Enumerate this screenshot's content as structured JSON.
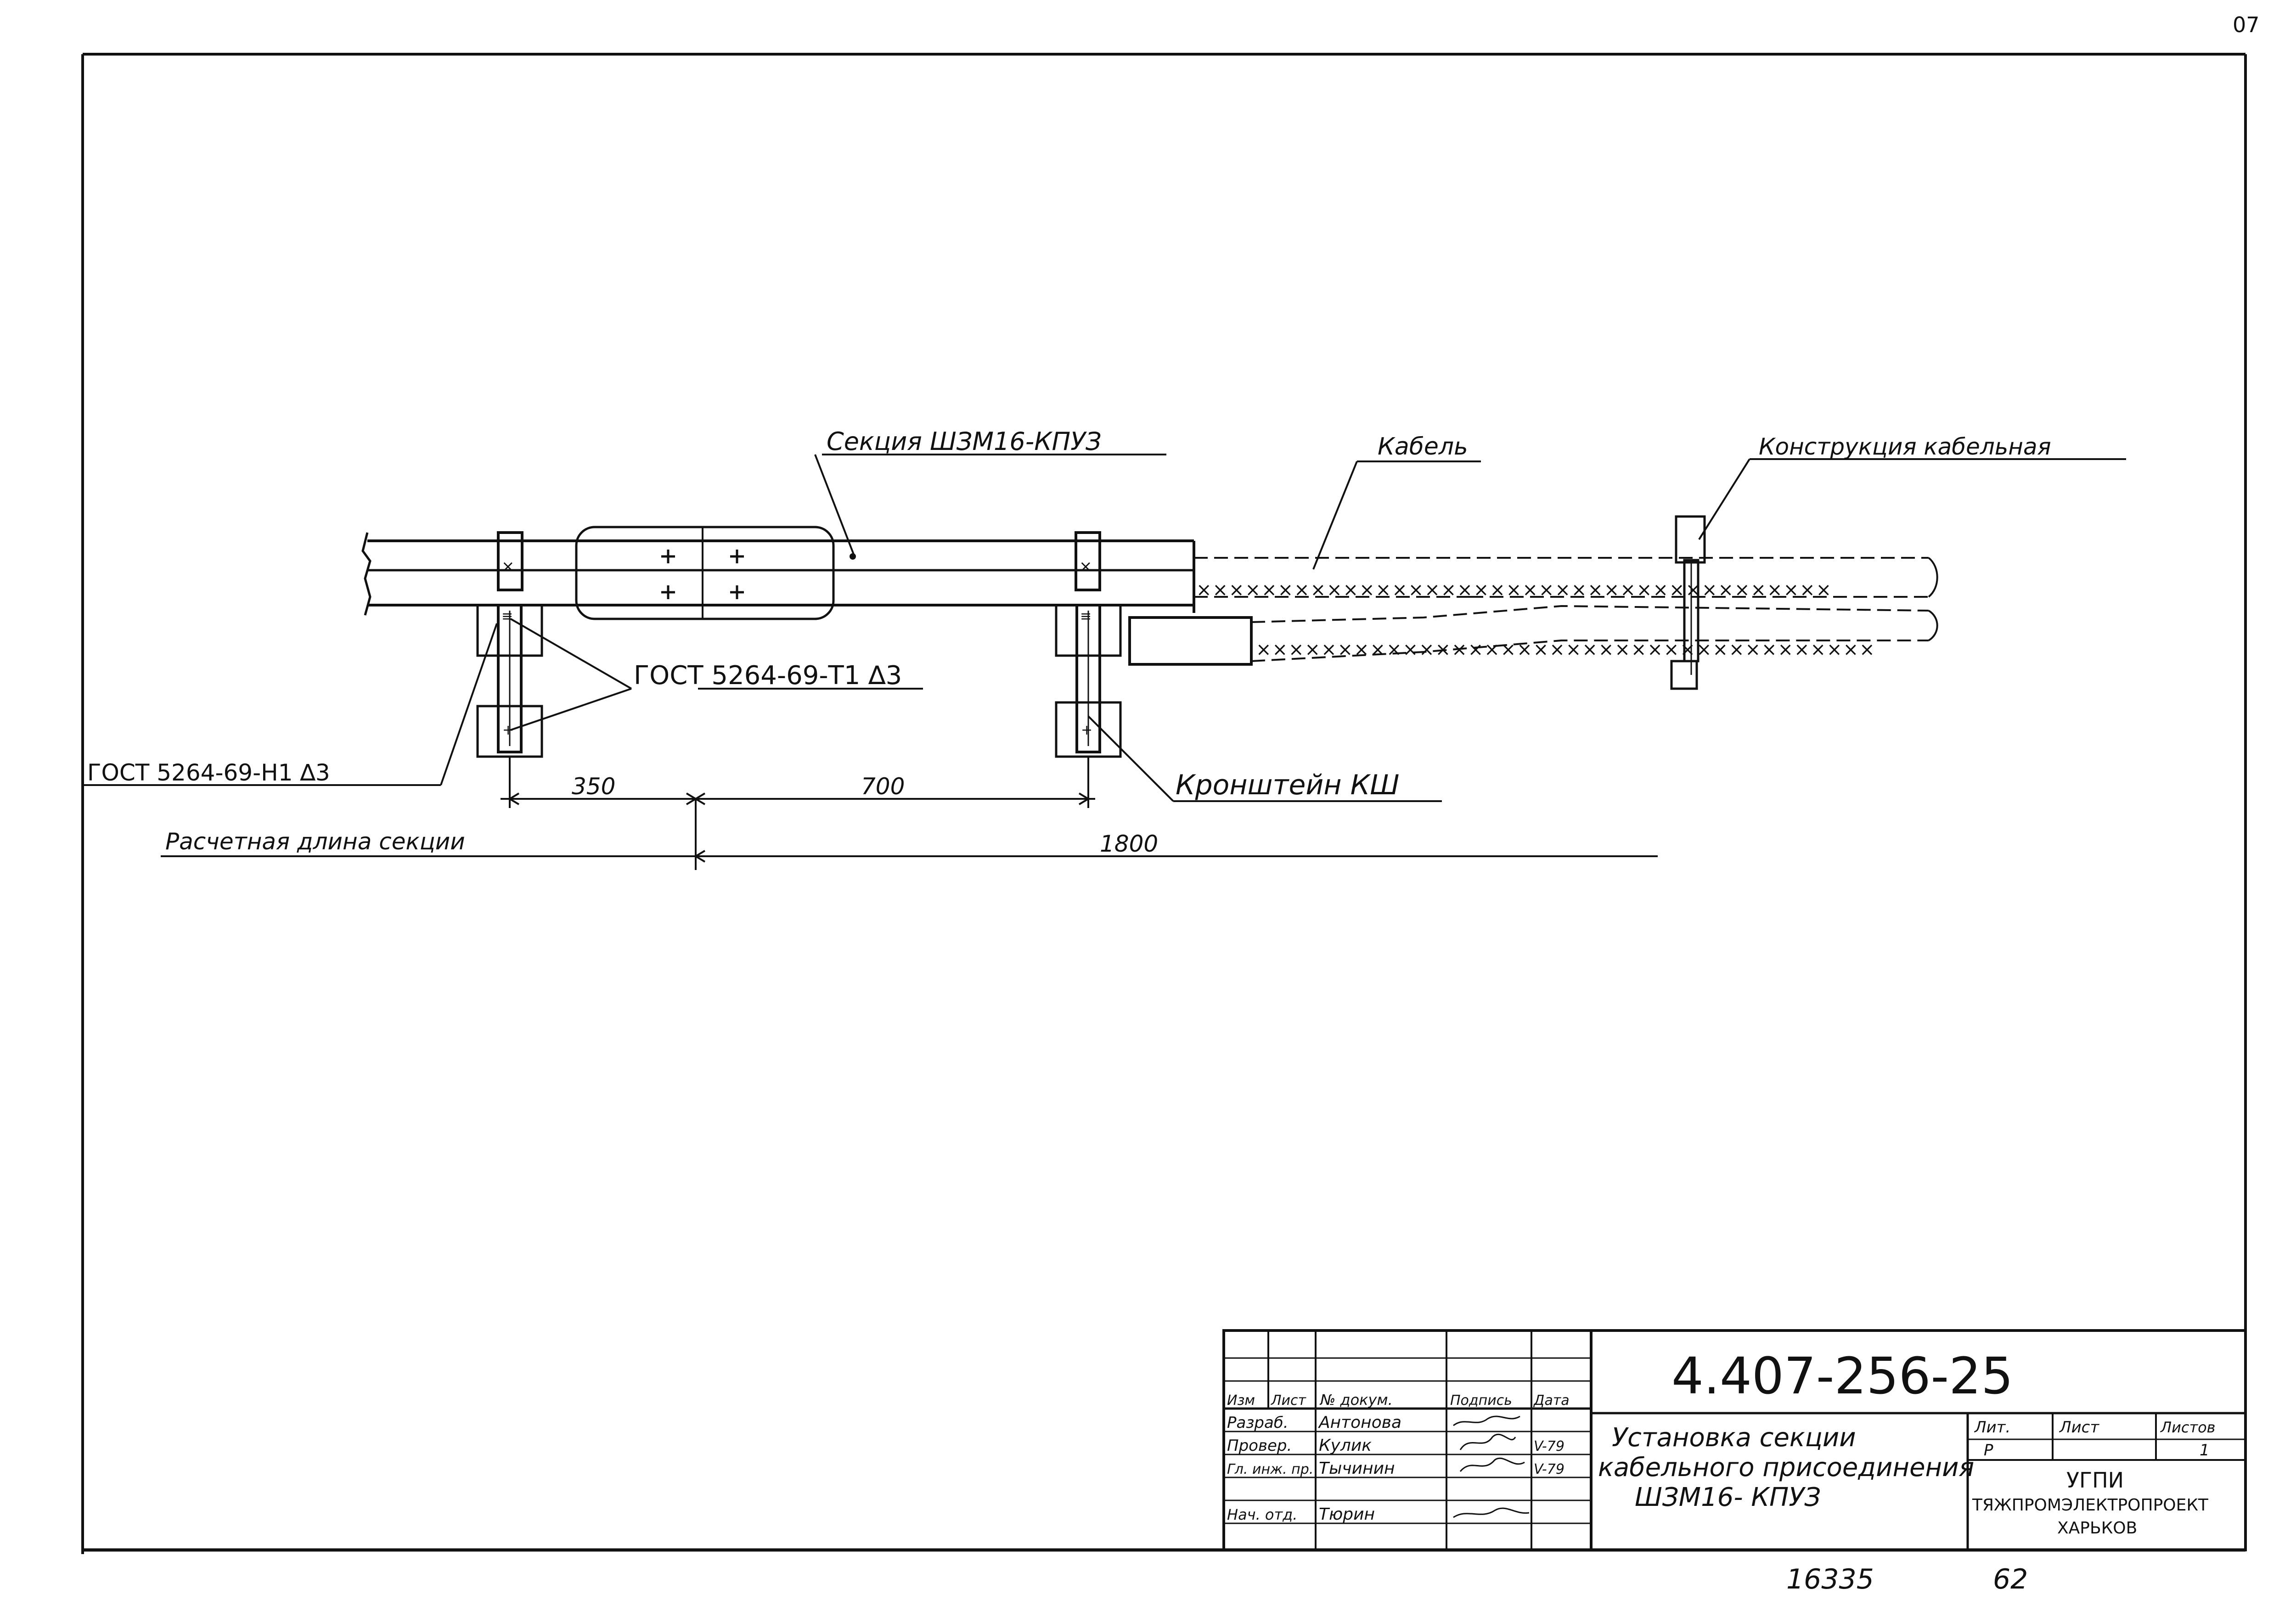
{
  "corner_mark": "07",
  "labels": {
    "section": "Секция ШЗМ16-КПУЗ",
    "cable": "Кабель",
    "construction": "Конструкция кабельная",
    "weld_t1": "ГОСТ 5264-69-Т1 ∆3",
    "weld_n1": "ГОСТ 5264-69-Н1 ∆3",
    "bracket": "Кронштейн КШ",
    "calc_length": "Расчетная длина секции"
  },
  "dimensions": {
    "d350": "350",
    "d700": "700",
    "d1800": "1800"
  },
  "title_block": {
    "doc_number": "4.407-256-25",
    "header": {
      "izm": "Изм",
      "list": "Лист",
      "doc": "№ докум.",
      "sign": "Подпись",
      "date": "Дата"
    },
    "rows": [
      {
        "role": "Разраб.",
        "name": "Антонова",
        "date": ""
      },
      {
        "role": "Провер.",
        "name": "Кулик",
        "date": "V-79"
      },
      {
        "role": "Гл. инж. пр.",
        "name": "Тычинин",
        "date": "V-79"
      },
      {
        "role": "",
        "name": "",
        "date": ""
      },
      {
        "role": "Нач. отд.",
        "name": "Тюрин",
        "date": ""
      }
    ],
    "title_lines": [
      "Установка секции",
      "кабельного присоединения",
      "ШЗМ16- КПУЗ"
    ],
    "lit_label": "Лит.",
    "sheet_label": "Лист",
    "sheets_label": "Листов",
    "lit_value": "Р",
    "sheet_value": "",
    "sheets_value": "1",
    "org": [
      "УГПИ",
      "ТЯЖПРОМЭЛЕКТРОПРОЕКТ",
      "ХАРЬКОВ"
    ]
  },
  "footer": {
    "inv": "16335",
    "num": "62"
  }
}
